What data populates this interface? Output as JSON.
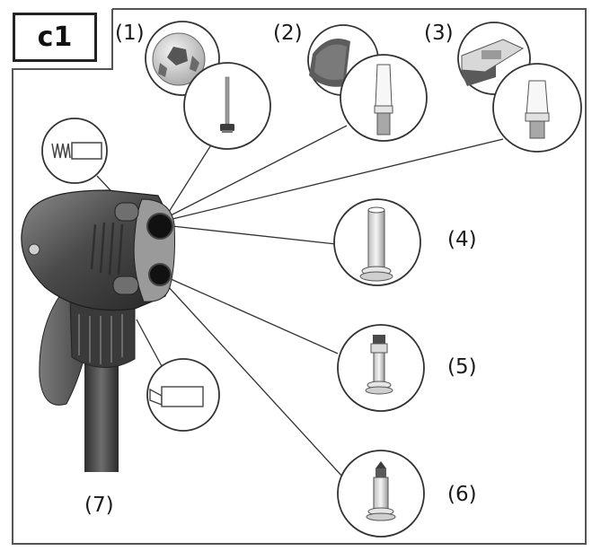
{
  "figure_label": "c1",
  "callouts": {
    "c1": "(1)",
    "c2": "(2)",
    "c3": "(3)",
    "c4": "(4)",
    "c5": "(5)",
    "c6": "(6)",
    "c7": "(7)"
  }
}
